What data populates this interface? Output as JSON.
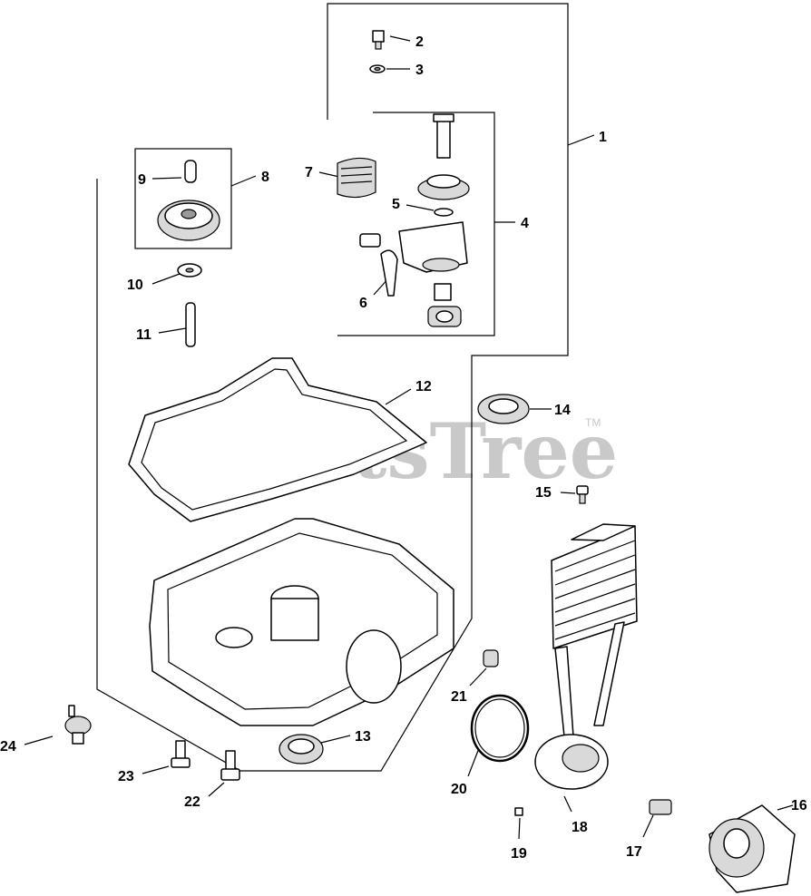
{
  "watermark": {
    "text": "PartsTree",
    "trademark": "TM"
  },
  "callouts": {
    "c1": "1",
    "c2": "2",
    "c3": "3",
    "c4": "4",
    "c5": "5",
    "c6": "6",
    "c7": "7",
    "c8": "8",
    "c9": "9",
    "c10": "10",
    "c11": "11",
    "c12": "12",
    "c13": "13",
    "c14": "14",
    "c15": "15",
    "c16": "16",
    "c17": "17",
    "c18": "18",
    "c19": "19",
    "c20": "20",
    "c21": "21",
    "c22": "22",
    "c23": "23",
    "c24": "24"
  },
  "colors": {
    "line": "#000000",
    "watermark": "#c9c9c9",
    "shade": "#d9d9d9"
  }
}
